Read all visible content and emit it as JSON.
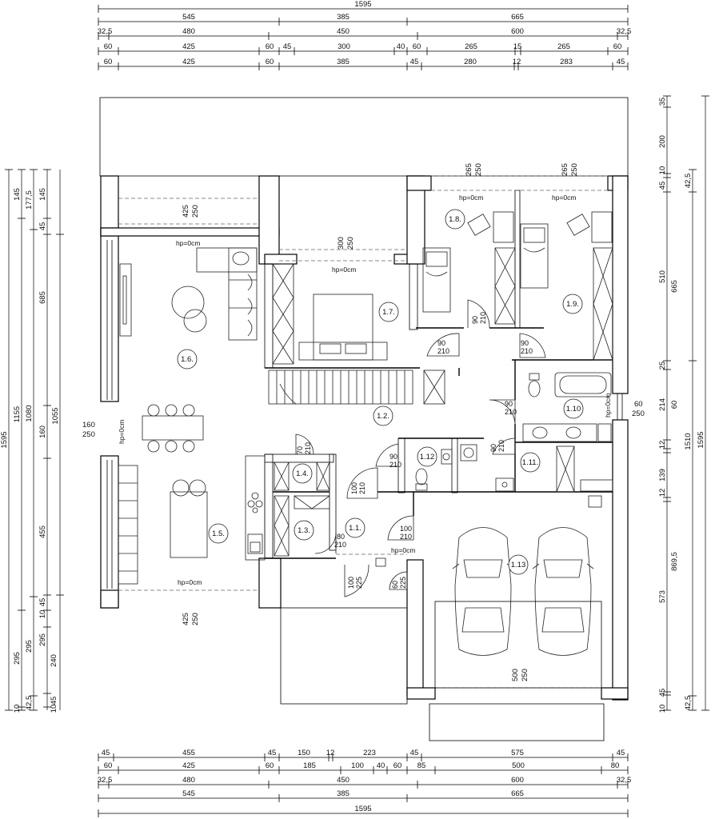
{
  "top_dims": {
    "row1": [
      "1595"
    ],
    "row2": [
      "545",
      "385",
      "665"
    ],
    "row3": [
      "32,5",
      "480",
      "450",
      "600",
      "32,5"
    ],
    "row4": [
      "60",
      "425",
      "60",
      "45",
      "300",
      "40",
      "60",
      "265",
      "15",
      "265",
      "60"
    ],
    "row5": [
      "60",
      "425",
      "60",
      "385",
      "45",
      "280",
      "12",
      "283",
      "45"
    ]
  },
  "bottom_dims": {
    "row1": [
      "45",
      "455",
      "45",
      "150",
      "12",
      "223",
      "45",
      "575",
      "45"
    ],
    "row2": [
      "60",
      "425",
      "60",
      "185",
      "100",
      "40",
      "60",
      "85",
      "500",
      "80"
    ],
    "row3": [
      "32,5",
      "480",
      "450",
      "600",
      "32,5"
    ],
    "row4": [
      "545",
      "385",
      "665"
    ],
    "row5": [
      "1595"
    ]
  },
  "left_dims": {
    "outer": "1595",
    "col2": [
      "145",
      "1155",
      "295",
      "10"
    ],
    "col3": [
      "177,5",
      "1080",
      "295",
      "42,5"
    ],
    "col4": [
      "145",
      "45",
      "685",
      "160",
      "455",
      "45",
      "10",
      "295",
      "240",
      "45",
      "10"
    ],
    "col4_extra": [
      "1055"
    ]
  },
  "right_dims": {
    "outer": "1595",
    "col_a": [
      "35",
      "200",
      "10",
      "45",
      "510",
      "25",
      "214",
      "60",
      "12",
      "139",
      "12",
      "573",
      "10",
      "45"
    ],
    "col_b": [
      "42,5",
      "665",
      "1510",
      "869,5",
      "42,5"
    ]
  },
  "rooms": [
    {
      "id": "1.1.",
      "key": "r11"
    },
    {
      "id": "1.2.",
      "key": "r12"
    },
    {
      "id": "1.3.",
      "key": "r13"
    },
    {
      "id": "1.4.",
      "key": "r14"
    },
    {
      "id": "1.5.",
      "key": "r15"
    },
    {
      "id": "1.6.",
      "key": "r16"
    },
    {
      "id": "1.7.",
      "key": "r17"
    },
    {
      "id": "1.8.",
      "key": "r18"
    },
    {
      "id": "1.9.",
      "key": "r19"
    },
    {
      "id": "1.10",
      "key": "r110"
    },
    {
      "id": "1.11.",
      "key": "r111"
    },
    {
      "id": "1.12",
      "key": "r112"
    },
    {
      "id": "1.13",
      "key": "r113"
    }
  ],
  "windows": {
    "w_living_top": [
      "425",
      "250"
    ],
    "w_living_left": [
      "160",
      "250"
    ],
    "w_living_bottom": [
      "425",
      "250"
    ],
    "w_bed17": [
      "300",
      "250"
    ],
    "w_bed18": [
      "265",
      "250"
    ],
    "w_bed19": [
      "265",
      "250"
    ],
    "w_bath": [
      "60",
      "250"
    ],
    "w_garage": [
      "500",
      "250"
    ]
  },
  "doors": {
    "d_bed18": [
      "90",
      "210"
    ],
    "d_bed17": [
      "90",
      "210"
    ],
    "d_bed19": [
      "90",
      "210"
    ],
    "d_bath110": [
      "90",
      "210"
    ],
    "d_wc112": [
      "90",
      "210"
    ],
    "d_111": [
      "90",
      "210"
    ],
    "d_14": [
      "70",
      "210"
    ],
    "d_hall": [
      "100",
      "210"
    ],
    "d_13": [
      "80",
      "210"
    ],
    "d_garage": [
      "100",
      "210"
    ],
    "d_entry": [
      "100",
      "225"
    ],
    "d_garage_side": [
      "60",
      "225"
    ]
  },
  "hp_label": "hp=0cm",
  "colors": {
    "line": "#000000",
    "dash": "#666666",
    "background": "#ffffff"
  }
}
